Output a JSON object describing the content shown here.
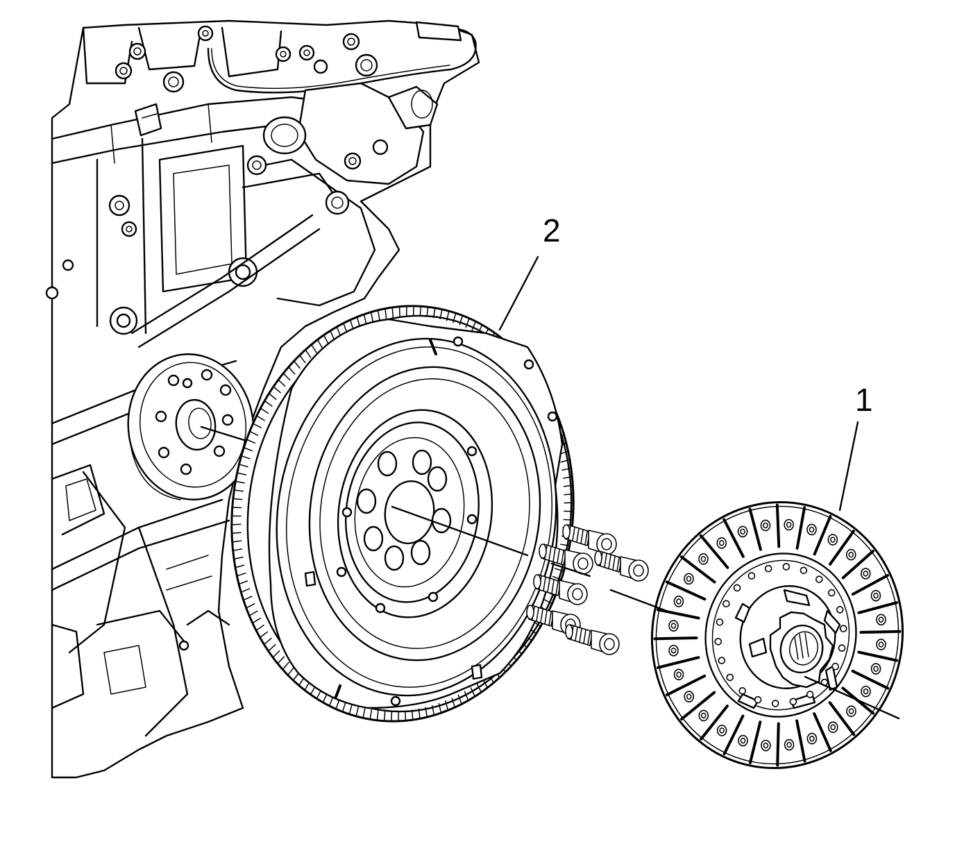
{
  "diagram": {
    "callouts": [
      {
        "id": "1",
        "label": "1",
        "part": "clutch-disc"
      },
      {
        "id": "2",
        "label": "2",
        "part": "flywheel"
      }
    ],
    "colors": {
      "line": "#000000",
      "background": "#ffffff"
    },
    "fastener_count": 6
  }
}
